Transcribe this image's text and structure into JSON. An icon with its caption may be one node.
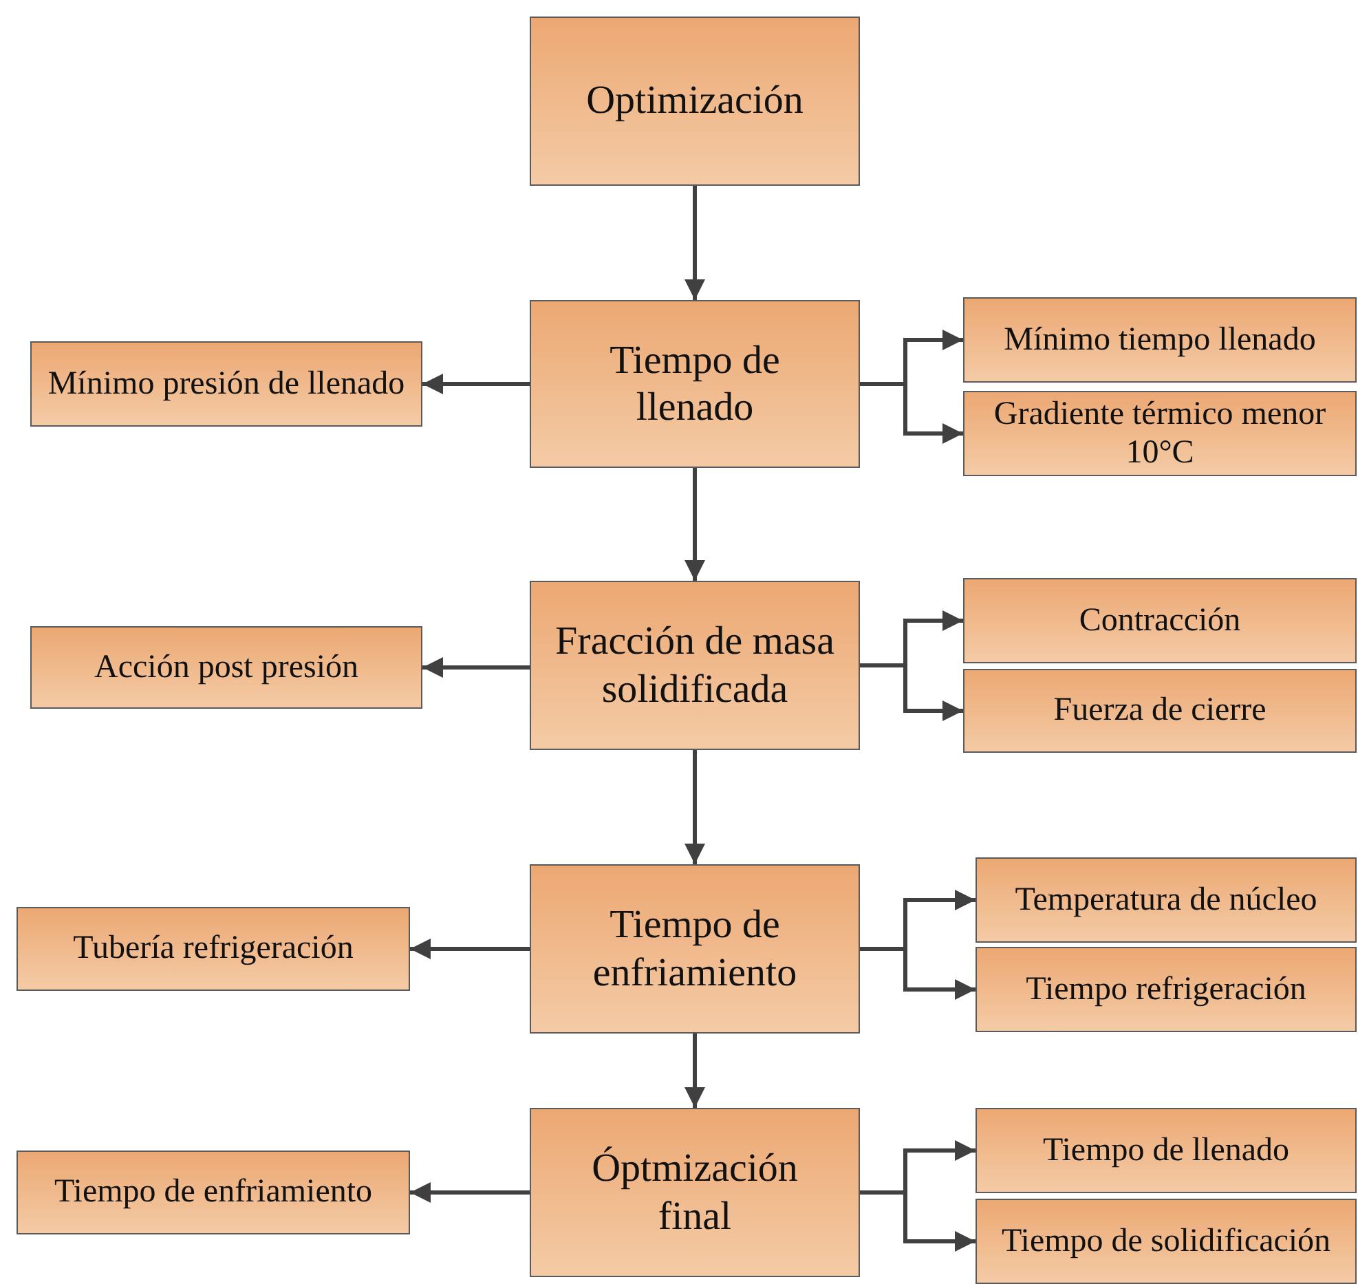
{
  "diagram": {
    "nodes": [
      {
        "text": [
          "Optimización"
        ]
      },
      {
        "text": [
          "Mínimo presión de llenado"
        ]
      },
      {
        "text": [
          "Tiempo de llenado"
        ]
      },
      {
        "text": [
          "Mínimo tiempo llenado"
        ]
      },
      {
        "text": [
          "Gradiente térmico menor 10°C"
        ]
      },
      {
        "text": [
          "Acción post presión"
        ]
      },
      {
        "text": [
          "Fracción de masa solidificada"
        ]
      },
      {
        "text": [
          "Contracción"
        ]
      },
      {
        "text": [
          "Fuerza de cierre"
        ]
      },
      {
        "text": [
          "Tubería refrigeración"
        ]
      },
      {
        "text": [
          "Tiempo de enfriamiento"
        ]
      },
      {
        "text": [
          "Temperatura de núcleo"
        ]
      },
      {
        "text": [
          "Tiempo refrigeración"
        ]
      },
      {
        "text": [
          "Tiempo de enfriamiento"
        ]
      },
      {
        "text": [
          "Óptmización final"
        ]
      },
      {
        "text": [
          "Tiempo de llenado"
        ]
      },
      {
        "text": [
          "Tiempo de solidificación"
        ]
      }
    ],
    "edges": [
      {
        "from": 0,
        "to": 2,
        "arrow": "to"
      },
      {
        "from": 2,
        "to": 1,
        "arrow": "to"
      },
      {
        "from": 2,
        "to": 3,
        "arrow": "to"
      },
      {
        "from": 2,
        "to": 4,
        "arrow": "to"
      },
      {
        "from": 2,
        "to": 6,
        "arrow": "to"
      },
      {
        "from": 6,
        "to": 5,
        "arrow": "to"
      },
      {
        "from": 6,
        "to": 7,
        "arrow": "to"
      },
      {
        "from": 6,
        "to": 8,
        "arrow": "to"
      },
      {
        "from": 6,
        "to": 10,
        "arrow": "to"
      },
      {
        "from": 10,
        "to": 9,
        "arrow": "to"
      },
      {
        "from": 10,
        "to": 11,
        "arrow": "to"
      },
      {
        "from": 10,
        "to": 12,
        "arrow": "to"
      },
      {
        "from": 10,
        "to": 14,
        "arrow": "to"
      },
      {
        "from": 14,
        "to": 13,
        "arrow": "to"
      },
      {
        "from": 14,
        "to": 15,
        "arrow": "to"
      },
      {
        "from": 14,
        "to": 16,
        "arrow": "to"
      }
    ]
  }
}
